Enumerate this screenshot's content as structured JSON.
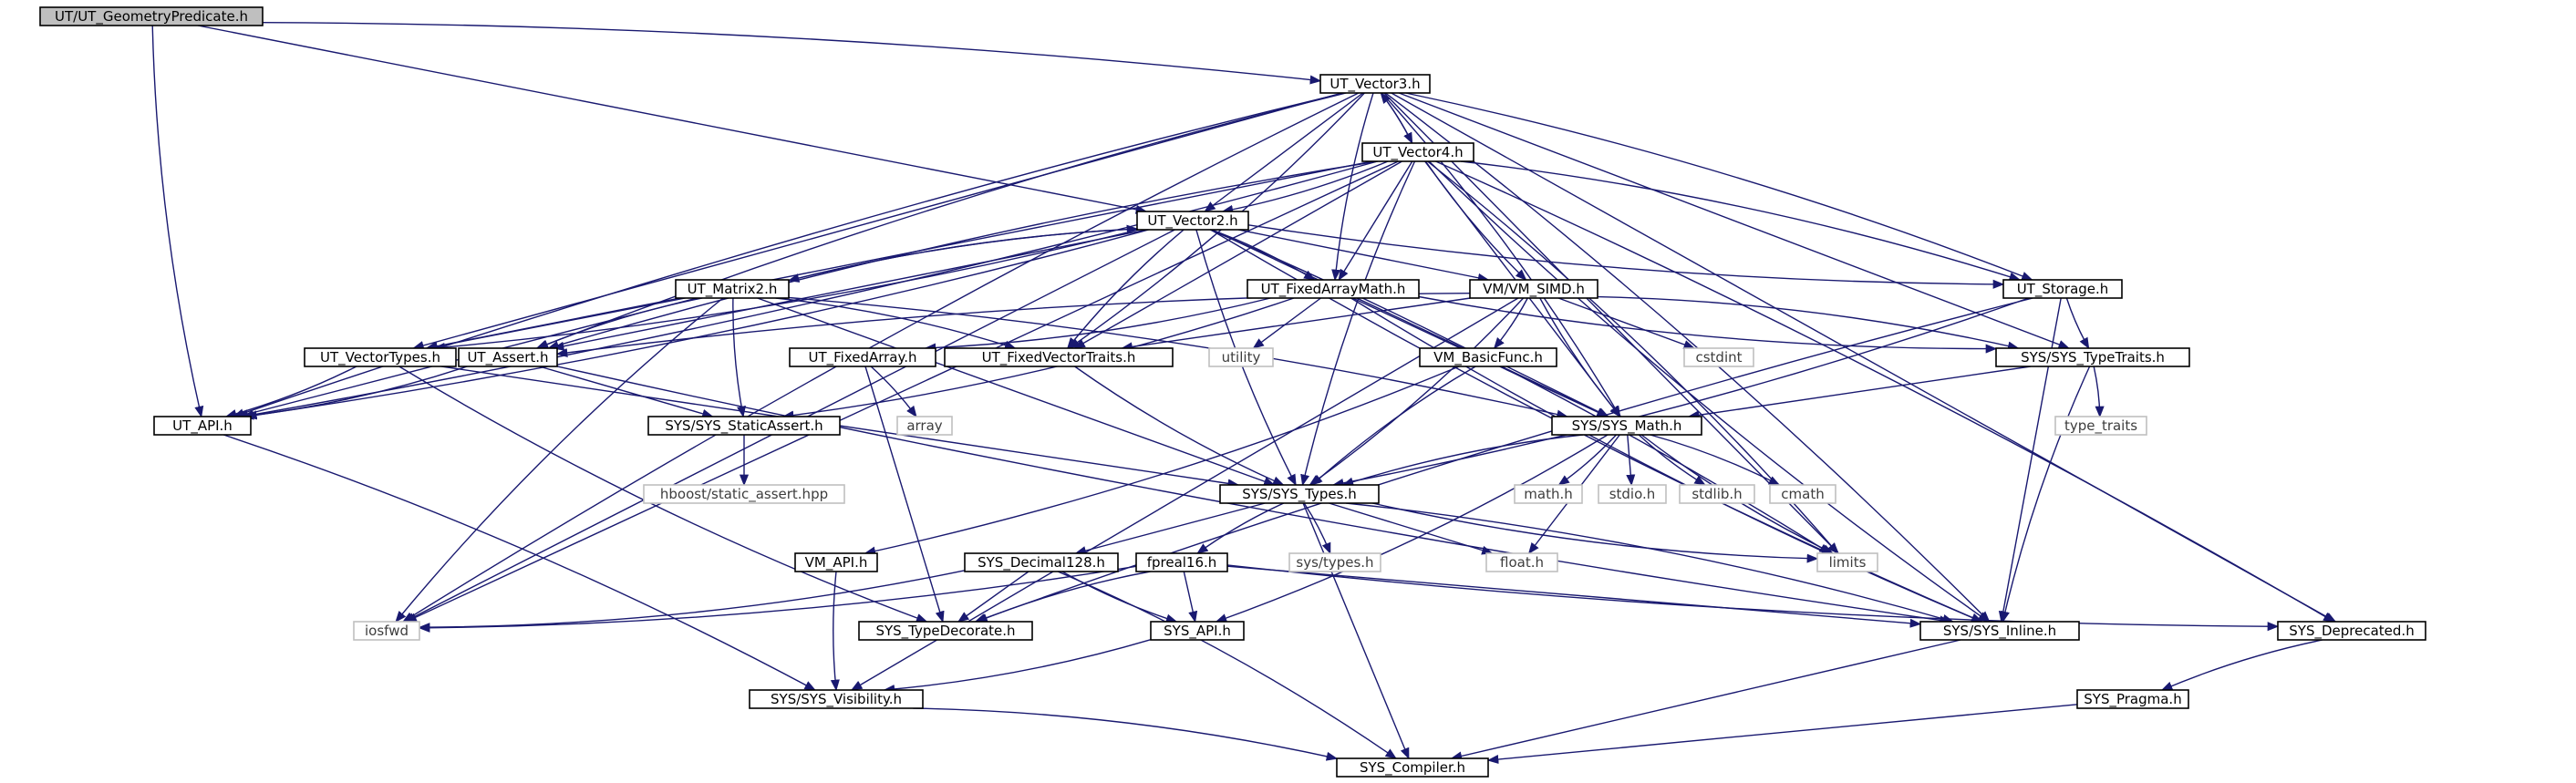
{
  "colors": {
    "edge": "#191970",
    "node_border": "#000000",
    "external_border": "#bfbfbf",
    "root_fill": "#bfbfbf",
    "node_fill": "#ffffff"
  },
  "nodes": [
    {
      "id": "ut_geometrypredicate",
      "label": "UT/UT_GeometryPredicate.h",
      "kind": "root"
    },
    {
      "id": "ut_vector3",
      "label": "UT_Vector3.h",
      "kind": "file"
    },
    {
      "id": "ut_vector4",
      "label": "UT_Vector4.h",
      "kind": "file"
    },
    {
      "id": "ut_vector2",
      "label": "UT_Vector2.h",
      "kind": "file"
    },
    {
      "id": "ut_matrix2",
      "label": "UT_Matrix2.h",
      "kind": "file"
    },
    {
      "id": "ut_fixedarraymath",
      "label": "UT_FixedArrayMath.h",
      "kind": "file"
    },
    {
      "id": "vm_simd",
      "label": "VM/VM_SIMD.h",
      "kind": "file"
    },
    {
      "id": "ut_storage",
      "label": "UT_Storage.h",
      "kind": "file"
    },
    {
      "id": "ut_vectortypes",
      "label": "UT_VectorTypes.h",
      "kind": "file"
    },
    {
      "id": "ut_assert",
      "label": "UT_Assert.h",
      "kind": "file"
    },
    {
      "id": "ut_fixedarray",
      "label": "UT_FixedArray.h",
      "kind": "file"
    },
    {
      "id": "ut_fixedvectortraits",
      "label": "UT_FixedVectorTraits.h",
      "kind": "file"
    },
    {
      "id": "utility",
      "label": "utility",
      "kind": "external"
    },
    {
      "id": "cstdint",
      "label": "cstdint",
      "kind": "external"
    },
    {
      "id": "sys_typetraits",
      "label": "SYS/SYS_TypeTraits.h",
      "kind": "file"
    },
    {
      "id": "vm_basicfunc",
      "label": "VM_BasicFunc.h",
      "kind": "file"
    },
    {
      "id": "ut_api",
      "label": "UT_API.h",
      "kind": "file"
    },
    {
      "id": "sys_staticassert",
      "label": "SYS/SYS_StaticAssert.h",
      "kind": "file"
    },
    {
      "id": "array",
      "label": "array",
      "kind": "external"
    },
    {
      "id": "sys_math",
      "label": "SYS/SYS_Math.h",
      "kind": "file"
    },
    {
      "id": "type_traits",
      "label": "type_traits",
      "kind": "external"
    },
    {
      "id": "hboost_static_assert",
      "label": "hboost/static_assert.hpp",
      "kind": "external"
    },
    {
      "id": "sys_types",
      "label": "SYS/SYS_Types.h",
      "kind": "file"
    },
    {
      "id": "math_h",
      "label": "math.h",
      "kind": "external"
    },
    {
      "id": "stdio_h",
      "label": "stdio.h",
      "kind": "external"
    },
    {
      "id": "stdlib_h",
      "label": "stdlib.h",
      "kind": "external"
    },
    {
      "id": "cmath",
      "label": "cmath",
      "kind": "external"
    },
    {
      "id": "vm_api",
      "label": "VM_API.h",
      "kind": "file"
    },
    {
      "id": "sys_decimal128",
      "label": "SYS_Decimal128.h",
      "kind": "file"
    },
    {
      "id": "fpreal16",
      "label": "fpreal16.h",
      "kind": "file"
    },
    {
      "id": "sys_types_h",
      "label": "sys/types.h",
      "kind": "external"
    },
    {
      "id": "float_h",
      "label": "float.h",
      "kind": "external"
    },
    {
      "id": "limits",
      "label": "limits",
      "kind": "external"
    },
    {
      "id": "iosfwd",
      "label": "iosfwd",
      "kind": "external"
    },
    {
      "id": "sys_typedecorate",
      "label": "SYS_TypeDecorate.h",
      "kind": "file"
    },
    {
      "id": "sys_api",
      "label": "SYS_API.h",
      "kind": "file"
    },
    {
      "id": "sys_inline",
      "label": "SYS/SYS_Inline.h",
      "kind": "file"
    },
    {
      "id": "sys_deprecated",
      "label": "SYS_Deprecated.h",
      "kind": "file"
    },
    {
      "id": "sys_visibility",
      "label": "SYS/SYS_Visibility.h",
      "kind": "file"
    },
    {
      "id": "sys_pragma",
      "label": "SYS_Pragma.h",
      "kind": "file"
    },
    {
      "id": "sys_compiler",
      "label": "SYS_Compiler.h",
      "kind": "file"
    }
  ],
  "edges": [
    [
      "ut_geometrypredicate",
      "ut_vector3"
    ],
    [
      "ut_geometrypredicate",
      "ut_vector2"
    ],
    [
      "ut_geometrypredicate",
      "ut_api"
    ],
    [
      "ut_vector3",
      "ut_vector4"
    ],
    [
      "ut_vector3",
      "ut_vector2"
    ],
    [
      "ut_vector3",
      "ut_fixedarraymath"
    ],
    [
      "ut_vector3",
      "ut_storage"
    ],
    [
      "ut_vector3",
      "ut_vectortypes"
    ],
    [
      "ut_vector3",
      "ut_assert"
    ],
    [
      "ut_vector3",
      "ut_fixedvectortraits"
    ],
    [
      "ut_vector3",
      "sys_typetraits"
    ],
    [
      "ut_vector3",
      "ut_api"
    ],
    [
      "ut_vector3",
      "sys_math"
    ],
    [
      "ut_vector3",
      "limits"
    ],
    [
      "ut_vector3",
      "iosfwd"
    ],
    [
      "ut_vector3",
      "sys_inline"
    ],
    [
      "ut_vector3",
      "sys_deprecated"
    ],
    [
      "ut_vector4",
      "ut_vector3"
    ],
    [
      "ut_vector4",
      "ut_vector2"
    ],
    [
      "ut_vector4",
      "ut_fixedarraymath"
    ],
    [
      "ut_vector4",
      "vm_simd"
    ],
    [
      "ut_vector4",
      "ut_storage"
    ],
    [
      "ut_vector4",
      "ut_vectortypes"
    ],
    [
      "ut_vector4",
      "ut_assert"
    ],
    [
      "ut_vector4",
      "ut_api"
    ],
    [
      "ut_vector4",
      "sys_math"
    ],
    [
      "ut_vector4",
      "sys_types"
    ],
    [
      "ut_vector4",
      "limits"
    ],
    [
      "ut_vector4",
      "iosfwd"
    ],
    [
      "ut_vector4",
      "sys_inline"
    ],
    [
      "ut_vector4",
      "sys_deprecated"
    ],
    [
      "ut_vector4",
      "ut_fixedvectortraits"
    ],
    [
      "ut_vector2",
      "ut_matrix2"
    ],
    [
      "ut_vector2",
      "ut_fixedarraymath"
    ],
    [
      "ut_vector2",
      "vm_simd"
    ],
    [
      "ut_vector2",
      "ut_storage"
    ],
    [
      "ut_vector2",
      "ut_vectortypes"
    ],
    [
      "ut_vector2",
      "ut_assert"
    ],
    [
      "ut_vector2",
      "ut_fixedvectortraits"
    ],
    [
      "ut_vector2",
      "ut_api"
    ],
    [
      "ut_vector2",
      "sys_math"
    ],
    [
      "ut_vector2",
      "sys_types"
    ],
    [
      "ut_vector2",
      "limits"
    ],
    [
      "ut_vector2",
      "iosfwd"
    ],
    [
      "ut_vector2",
      "sys_inline"
    ],
    [
      "ut_matrix2",
      "ut_vector2"
    ],
    [
      "ut_matrix2",
      "ut_vectortypes"
    ],
    [
      "ut_matrix2",
      "ut_assert"
    ],
    [
      "ut_matrix2",
      "ut_fixedvectortraits"
    ],
    [
      "ut_matrix2",
      "ut_api"
    ],
    [
      "ut_matrix2",
      "sys_staticassert"
    ],
    [
      "ut_matrix2",
      "sys_math"
    ],
    [
      "ut_matrix2",
      "sys_types"
    ],
    [
      "ut_matrix2",
      "iosfwd"
    ],
    [
      "ut_fixedarraymath",
      "ut_fixedarray"
    ],
    [
      "ut_fixedarraymath",
      "utility"
    ],
    [
      "ut_fixedarraymath",
      "sys_typetraits"
    ],
    [
      "ut_fixedarraymath",
      "sys_staticassert"
    ],
    [
      "ut_fixedarraymath",
      "sys_math"
    ],
    [
      "ut_fixedarraymath",
      "sys_inline"
    ],
    [
      "vm_simd",
      "vm_basicfunc"
    ],
    [
      "vm_simd",
      "cstdint"
    ],
    [
      "vm_simd",
      "sys_math"
    ],
    [
      "vm_simd",
      "sys_types"
    ],
    [
      "vm_simd",
      "sys_visibility"
    ],
    [
      "vm_simd",
      "ut_assert"
    ],
    [
      "vm_simd",
      "sys_typetraits"
    ],
    [
      "vm_simd",
      "ut_fixedvectortraits"
    ],
    [
      "ut_storage",
      "sys_typetraits"
    ],
    [
      "ut_storage",
      "sys_types"
    ],
    [
      "ut_storage",
      "sys_inline"
    ],
    [
      "ut_storage",
      "sys_typedecorate"
    ],
    [
      "ut_vectortypes",
      "ut_api"
    ],
    [
      "ut_vectortypes",
      "sys_types"
    ],
    [
      "ut_vectortypes",
      "sys_typedecorate"
    ],
    [
      "ut_assert",
      "ut_api"
    ],
    [
      "ut_assert",
      "sys_staticassert"
    ],
    [
      "ut_assert",
      "sys_inline"
    ],
    [
      "ut_fixedarray",
      "array"
    ],
    [
      "ut_fixedarray",
      "sys_typedecorate"
    ],
    [
      "ut_fixedvectortraits",
      "sys_types"
    ],
    [
      "sys_typetraits",
      "type_traits"
    ],
    [
      "sys_typetraits",
      "sys_math"
    ],
    [
      "sys_typetraits",
      "sys_inline"
    ],
    [
      "vm_basicfunc",
      "vm_api"
    ],
    [
      "vm_basicfunc",
      "sys_math"
    ],
    [
      "vm_basicfunc",
      "sys_types"
    ],
    [
      "ut_api",
      "sys_visibility"
    ],
    [
      "sys_staticassert",
      "hboost_static_assert"
    ],
    [
      "sys_math",
      "sys_types"
    ],
    [
      "sys_math",
      "math_h"
    ],
    [
      "sys_math",
      "stdio_h"
    ],
    [
      "sys_math",
      "stdlib_h"
    ],
    [
      "sys_math",
      "cmath"
    ],
    [
      "sys_math",
      "float_h"
    ],
    [
      "sys_math",
      "limits"
    ],
    [
      "sys_math",
      "sys_api"
    ],
    [
      "sys_types",
      "sys_decimal128"
    ],
    [
      "sys_types",
      "fpreal16"
    ],
    [
      "sys_types",
      "sys_types_h"
    ],
    [
      "sys_types",
      "float_h"
    ],
    [
      "sys_types",
      "limits"
    ],
    [
      "sys_types",
      "sys_inline"
    ],
    [
      "sys_types",
      "sys_compiler"
    ],
    [
      "vm_api",
      "sys_visibility"
    ],
    [
      "sys_decimal128",
      "iosfwd"
    ],
    [
      "sys_decimal128",
      "sys_typedecorate"
    ],
    [
      "sys_decimal128",
      "sys_api"
    ],
    [
      "sys_decimal128",
      "sys_compiler"
    ],
    [
      "fpreal16",
      "sys_api"
    ],
    [
      "fpreal16",
      "sys_typedecorate"
    ],
    [
      "fpreal16",
      "iosfwd"
    ],
    [
      "fpreal16",
      "sys_inline"
    ],
    [
      "fpreal16",
      "sys_deprecated"
    ],
    [
      "sys_api",
      "sys_visibility"
    ],
    [
      "sys_inline",
      "sys_compiler"
    ],
    [
      "sys_deprecated",
      "sys_pragma"
    ],
    [
      "sys_visibility",
      "sys_compiler"
    ],
    [
      "sys_pragma",
      "sys_compiler"
    ]
  ]
}
